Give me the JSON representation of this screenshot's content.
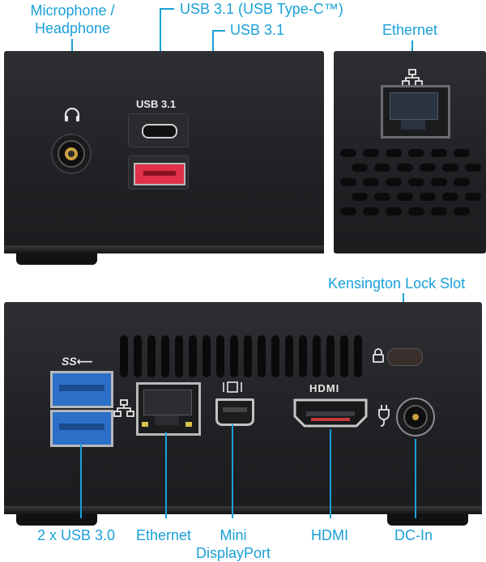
{
  "labels": {
    "mic_line1": "Microphone /",
    "mic_line2": "Headphone",
    "usbc": "USB 3.1 (USB Type-C™)",
    "usb31": "USB 3.1",
    "ethernet_top": "Ethernet",
    "kensington": "Kensington Lock Slot",
    "usb30": "2 x USB 3.0",
    "ethernet_bottom": "Ethernet",
    "minidp_line1": "Mini",
    "minidp_line2": "DisplayPort",
    "hdmi": "HDMI",
    "dcin": "DC-In"
  },
  "device_markings": {
    "usb31_label": "USB 3.1",
    "ss_logo": "SS",
    "hdmi_logo": "HDMI"
  },
  "colors": {
    "callout": "#1aa0d8",
    "chassis": "#232427",
    "usb30_port": "#2b6fc8",
    "usb31_port": "#e0304a"
  },
  "icons": [
    "headphone-icon",
    "network-icon",
    "lock-icon",
    "displayport-icon",
    "power-plug-icon"
  ]
}
